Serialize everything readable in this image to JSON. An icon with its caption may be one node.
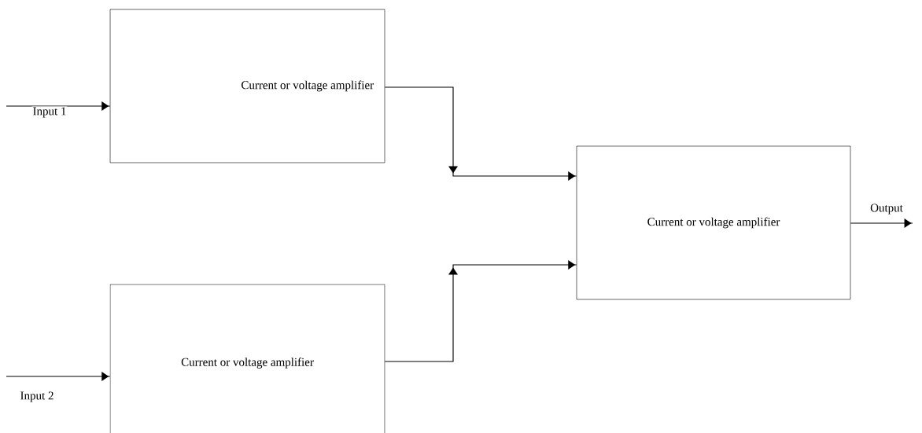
{
  "diagram": {
    "nodes": [
      {
        "text": [
          "Current or voltage amplifier"
        ]
      },
      {
        "text": [
          "Current or voltage amplifier"
        ]
      },
      {
        "text": [
          "Current or voltage amplifier"
        ]
      }
    ],
    "edges": [
      {
        "from": null,
        "to": 0,
        "arrow": "to",
        "label": "Input 1"
      },
      {
        "from": null,
        "to": 1,
        "arrow": "to",
        "label": "Input 2"
      },
      {
        "from": 0,
        "to": 2,
        "arrow": "to"
      },
      {
        "from": 1,
        "to": 2,
        "arrow": "to"
      },
      {
        "from": 2,
        "to": null,
        "arrow": "to",
        "label": "Output"
      }
    ]
  }
}
